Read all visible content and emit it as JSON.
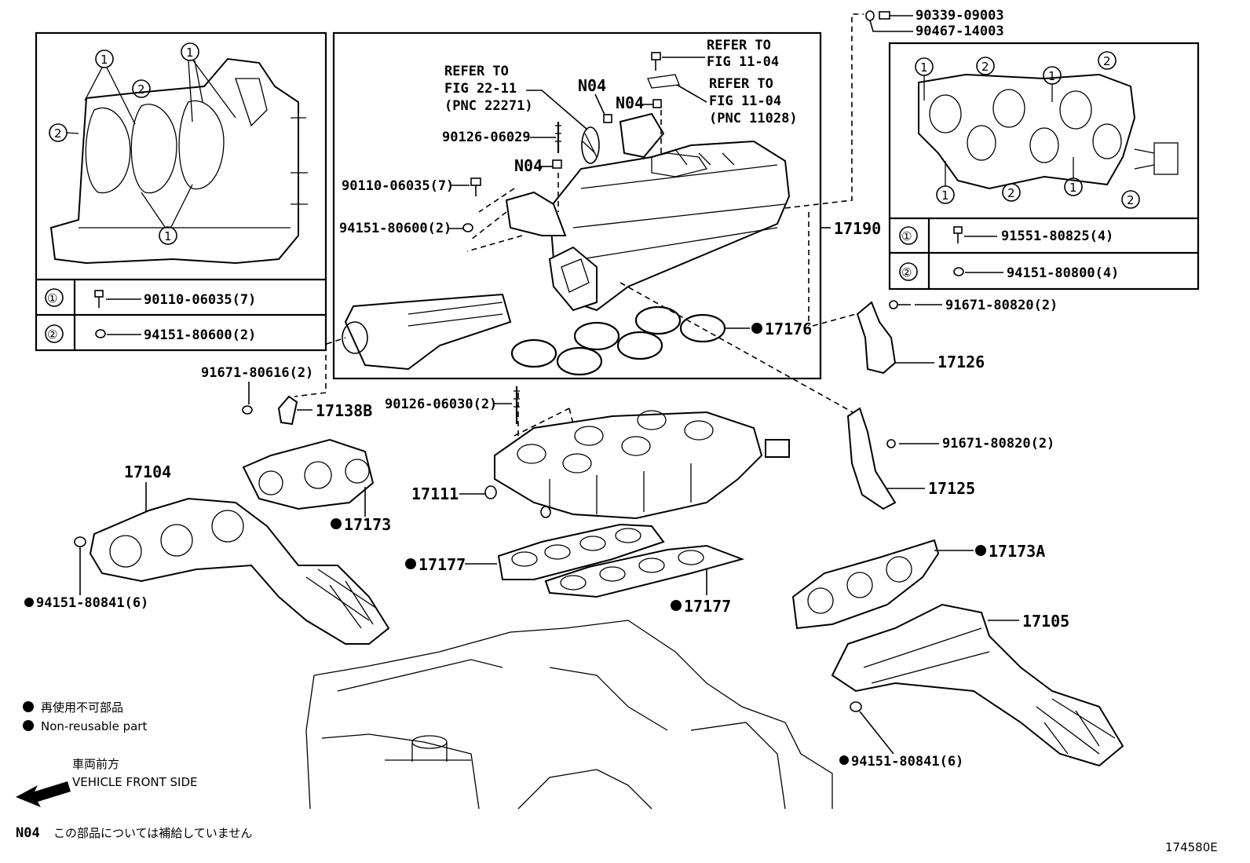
{
  "doc_id": "174580E",
  "legend": {
    "nonreusable_jp": "再使用不可部品",
    "nonreusable_en": "Non-reusable part",
    "front_jp": "車両前方",
    "front_en": "VEHICLE FRONT SIDE",
    "n04_code": "N04",
    "n04_note": "この部品については補給していません"
  },
  "left_inset": {
    "row1_symbol": "①",
    "row1_part": "90110-06035(7)",
    "row2_symbol": "②",
    "row2_part": "94151-80600(2)"
  },
  "right_inset": {
    "row1_symbol": "①",
    "row1_part": "91551-80825(4)",
    "row2_symbol": "②",
    "row2_part": "94151-80800(4)"
  },
  "callouts": {
    "c1": "90339-09003",
    "c2": "90467-14003",
    "refer_a1": "REFER TO",
    "refer_a2": "FIG 11-04",
    "refer_b1": "REFER TO",
    "refer_b2": "FIG 11-04",
    "refer_b3": "(PNC 11028)",
    "refer_c1": "REFER TO",
    "refer_c2": "FIG 22-11",
    "refer_c3": "(PNC 22271)",
    "n04": "N04",
    "p90126a": "90126-06029",
    "p90110": "90110-06035(7)",
    "p94151a": "94151-80600(2)",
    "p17190": "17190",
    "p17176": "17176",
    "p91671a": "91671-80820(2)",
    "p17126": "17126",
    "p91671b": "91671-80616(2)",
    "p17138b": "17138B",
    "p90126b": "90126-06030(2)",
    "p91671c": "91671-80820(2)",
    "p17104": "17104",
    "p17111": "17111",
    "p17125": "17125",
    "p17173": "17173",
    "p17177a": "17177",
    "p17173a": "17173A",
    "p94151b": "94151-80841(6)",
    "p17177b": "17177",
    "p17105": "17105",
    "p94151c": "94151-80841(6)"
  }
}
